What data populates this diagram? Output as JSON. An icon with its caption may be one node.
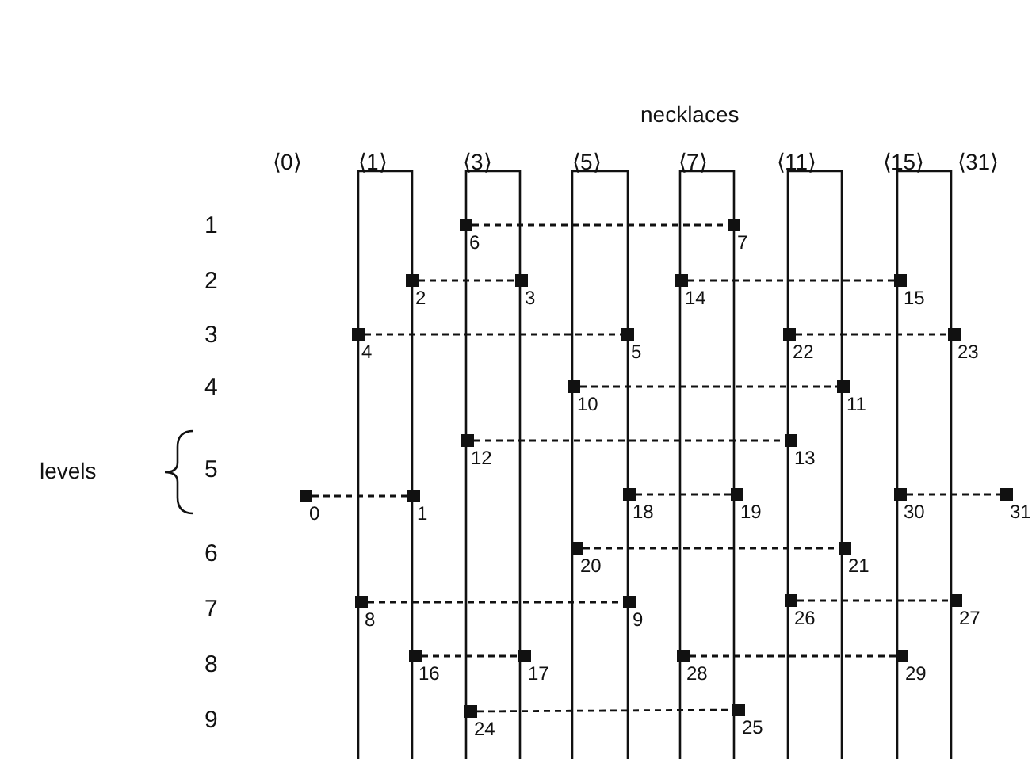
{
  "diagram": {
    "nodes": [
      {
        "text": [
          "0"
        ]
      },
      {
        "text": [
          "1"
        ]
      },
      {
        "text": [
          "2"
        ]
      },
      {
        "text": [
          "3"
        ]
      },
      {
        "text": [
          "4"
        ]
      },
      {
        "text": [
          "5"
        ]
      },
      {
        "text": [
          "6"
        ]
      },
      {
        "text": [
          "7"
        ]
      },
      {
        "text": [
          "8"
        ]
      },
      {
        "text": [
          "9"
        ]
      },
      {
        "text": [
          "10"
        ]
      },
      {
        "text": [
          "11"
        ]
      },
      {
        "text": [
          "12"
        ]
      },
      {
        "text": [
          "13"
        ]
      },
      {
        "text": [
          "14"
        ]
      },
      {
        "text": [
          "15"
        ]
      },
      {
        "text": [
          "16"
        ]
      },
      {
        "text": [
          "17"
        ]
      },
      {
        "text": [
          "18"
        ]
      },
      {
        "text": [
          "19"
        ]
      },
      {
        "text": [
          "20"
        ]
      },
      {
        "text": [
          "21"
        ]
      },
      {
        "text": [
          "22"
        ]
      },
      {
        "text": [
          "23"
        ]
      },
      {
        "text": [
          "24"
        ]
      },
      {
        "text": [
          "25"
        ]
      },
      {
        "text": [
          "26"
        ]
      },
      {
        "text": [
          "27"
        ]
      },
      {
        "text": [
          "28"
        ]
      },
      {
        "text": [
          "29"
        ]
      },
      {
        "text": [
          "30"
        ]
      },
      {
        "text": [
          "31"
        ]
      }
    ],
    "edges": [
      {
        "from": 0,
        "to": 1,
        "arrow": "none",
        "style": "dashed"
      },
      {
        "from": 2,
        "to": 3,
        "arrow": "none",
        "style": "dashed"
      },
      {
        "from": 4,
        "to": 5,
        "arrow": "none",
        "style": "dashed"
      },
      {
        "from": 6,
        "to": 7,
        "arrow": "none",
        "style": "dashed"
      },
      {
        "from": 8,
        "to": 9,
        "arrow": "none",
        "style": "dashed"
      },
      {
        "from": 10,
        "to": 11,
        "arrow": "none",
        "style": "dashed"
      },
      {
        "from": 12,
        "to": 13,
        "arrow": "none",
        "style": "dashed"
      },
      {
        "from": 14,
        "to": 15,
        "arrow": "none",
        "style": "dashed"
      },
      {
        "from": 16,
        "to": 17,
        "arrow": "none",
        "style": "dashed"
      },
      {
        "from": 18,
        "to": 19,
        "arrow": "none",
        "style": "dashed"
      },
      {
        "from": 20,
        "to": 21,
        "arrow": "none",
        "style": "dashed"
      },
      {
        "from": 22,
        "to": 23,
        "arrow": "none",
        "style": "dashed"
      },
      {
        "from": 24,
        "to": 25,
        "arrow": "none",
        "style": "dashed"
      },
      {
        "from": 26,
        "to": 27,
        "arrow": "none",
        "style": "dashed"
      },
      {
        "from": 28,
        "to": 29,
        "arrow": "none",
        "style": "dashed"
      },
      {
        "from": 30,
        "to": 31,
        "arrow": "none",
        "style": "dashed"
      }
    ],
    "labels": [
      "necklaces",
      "⟨0⟩",
      "⟨1⟩",
      "⟨3⟩",
      "⟨5⟩",
      "⟨7⟩",
      "⟨11⟩",
      "⟨15⟩",
      "⟨31⟩",
      "1",
      "2",
      "3",
      "4",
      "levels",
      "5",
      "6",
      "7",
      "8",
      "9"
    ]
  }
}
